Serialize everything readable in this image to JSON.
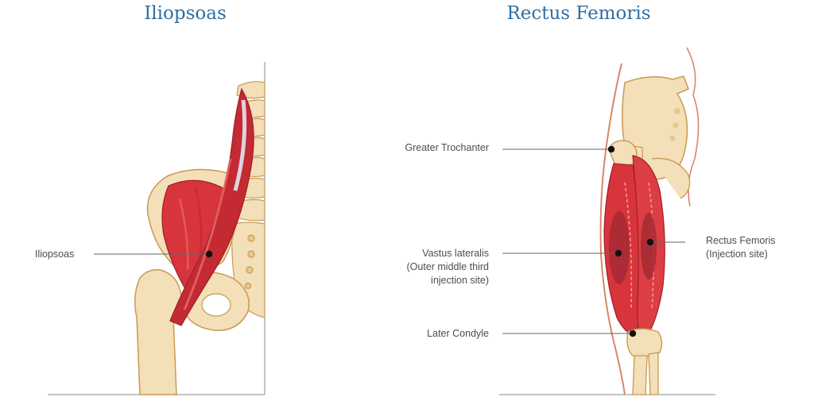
{
  "panels": [
    {
      "title": "Iliopsoas"
    },
    {
      "title": "Rectus Femoris"
    }
  ],
  "labels": {
    "iliopsoas": "Iliopsoas",
    "greater_trochanter": "Greater  Trochanter",
    "vastus_l1": "Vastus lateralis",
    "vastus_l2": "(Outer middle third",
    "vastus_l3": "injection site)",
    "condyle": "Later Condyle",
    "rectus_l1": "Rectus Femoris",
    "rectus_l2": "(Injection site)"
  },
  "colors": {
    "title": "#2f6fa3",
    "bone": "#f3dfb8",
    "bone_outline": "#c89a55",
    "muscle": "#d8343c",
    "muscle_light": "#e86a6a",
    "injection_zone": "#a52a33",
    "skin_line": "#d9876a",
    "leader": "#666666"
  }
}
